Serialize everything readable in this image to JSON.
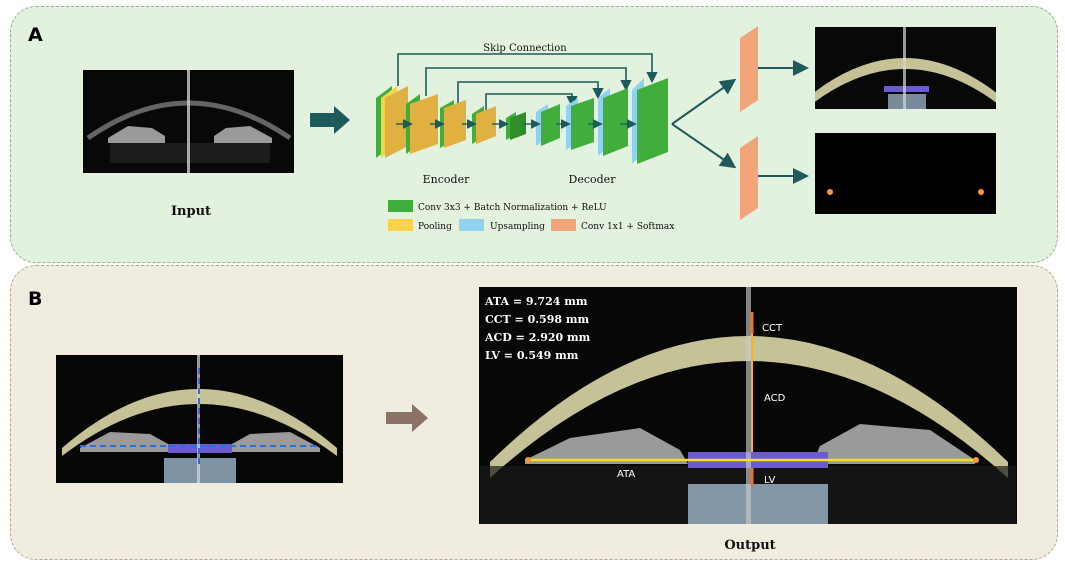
{
  "panels": {
    "a": "A",
    "b": "B"
  },
  "network": {
    "skip": "Skip Connection",
    "encoder": "Encoder",
    "decoder": "Decoder"
  },
  "legend": {
    "conv": "Conv 3x3 + Batch Normalization + ReLU",
    "pooling": "Pooling",
    "upsampling": "Upsampling",
    "conv1x1": "Conv 1x1 + Softmax"
  },
  "labels": {
    "input": "Input",
    "output": "Output"
  },
  "measurements": [
    "ATA = 9.724 mm",
    "CCT = 0.598 mm",
    "ACD = 2.920 mm",
    "LV = 0.549 mm"
  ],
  "annotations": {
    "cct": "CCT",
    "acd": "ACD",
    "ata": "ATA",
    "lv": "LV"
  },
  "colors": {
    "conv": "#3fae3a",
    "pooling": "#f7d24a",
    "upsampling": "#8fd3ef",
    "conv1x1": "#f2a47b",
    "arrow": "#1f5a5a",
    "arrow_b": "#8a7266",
    "cornea": "#e6e3b0",
    "lens_band": "#6a5bd0",
    "ata_line": "#f2e21c",
    "vertical_line": "#f7b21c"
  }
}
